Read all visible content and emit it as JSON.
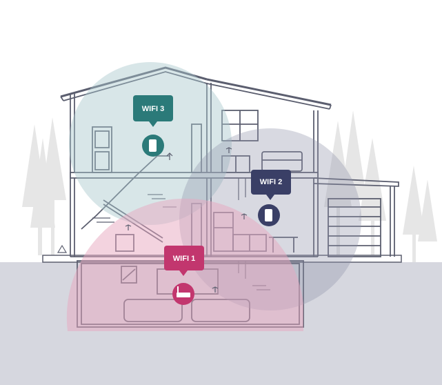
{
  "colors": {
    "sky": "#ffffff",
    "ground": "#d6d7df",
    "tree": "#e6e6e6",
    "line": "#5b5e6f",
    "wifi1": "#c2366e",
    "wifi2": "#3a3f66",
    "wifi3": "#2b7a79",
    "zone1": "#e8a7bf",
    "zone2": "#8f93aa",
    "zone3": "#a9c8cb"
  },
  "networks": [
    {
      "label": "WIFI 1",
      "device": "router-icon"
    },
    {
      "label": "WIFI 2",
      "device": "mesh-extender-icon"
    },
    {
      "label": "WIFI 3",
      "device": "mesh-extender-icon"
    }
  ]
}
